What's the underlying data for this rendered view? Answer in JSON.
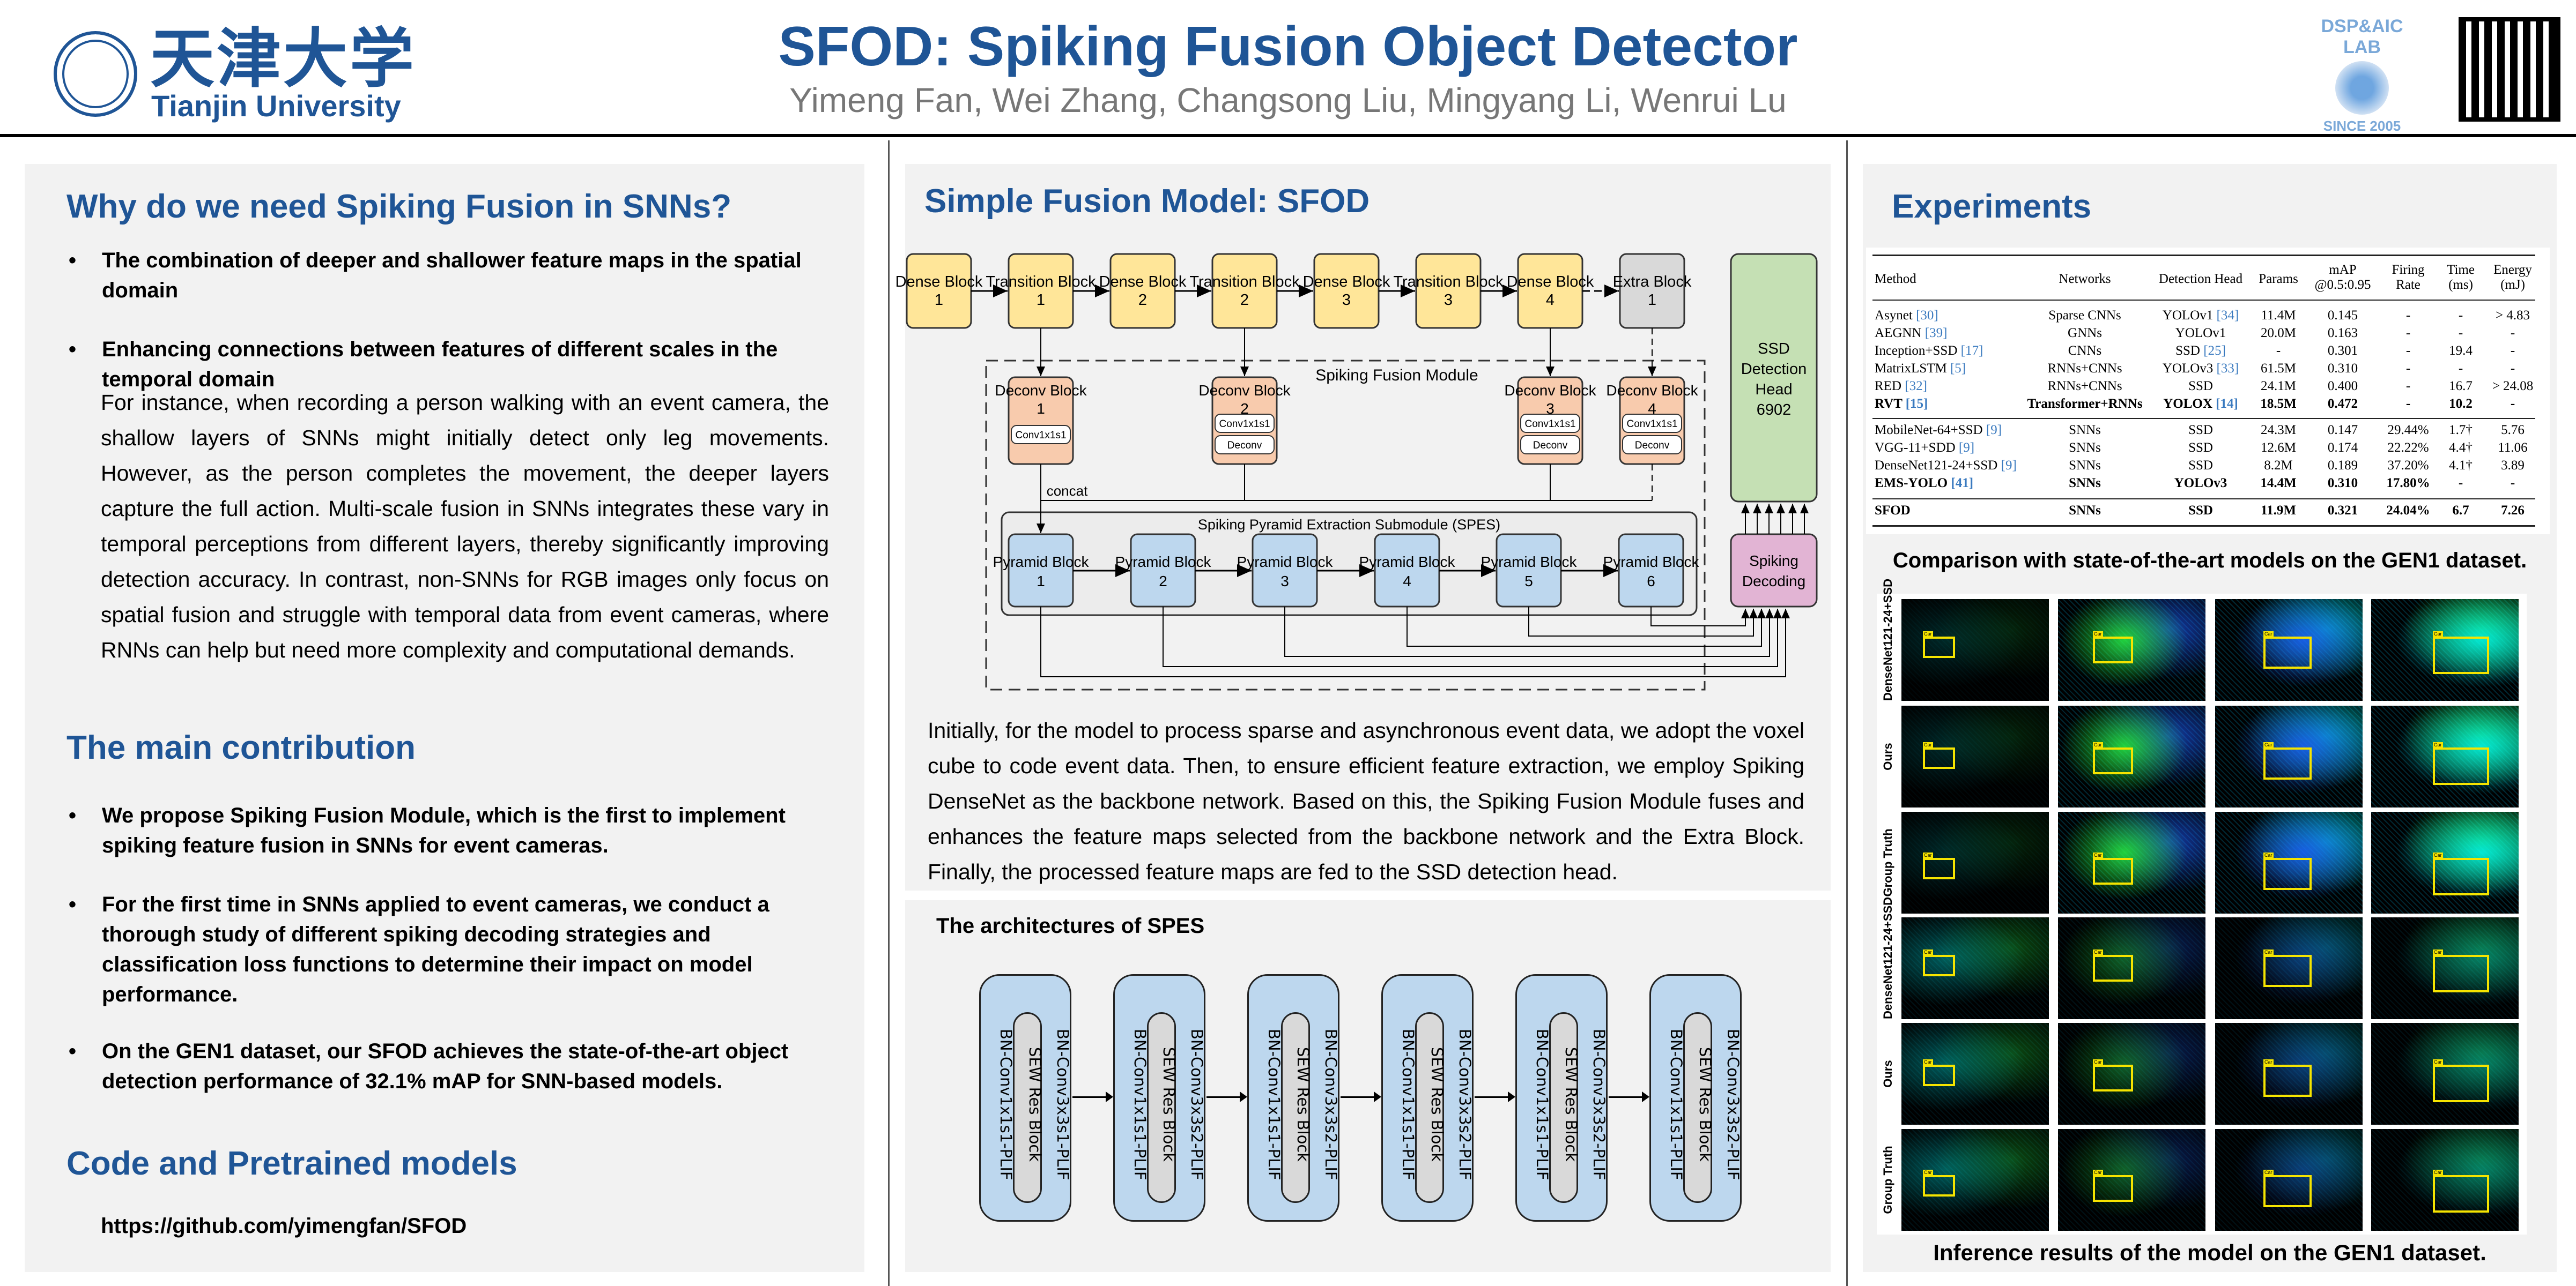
{
  "header": {
    "title": "SFOD: Spiking Fusion Object Detector",
    "authors": "Yimeng Fan, Wei Zhang, Changsong Liu, Mingyang Li, Wenrui Lu",
    "university_cn": "天津大学",
    "university_en": "Tianjin University",
    "lab_logo_text": "DSP&AIC LAB",
    "lab_since": "SINCE 2005"
  },
  "colors": {
    "accent": "#1f5596",
    "panel": "#f2f2f2",
    "dense": "#ffe699",
    "deconv": "#f8cbad",
    "pyramid": "#bdd7ee",
    "ssd": "#c5e0b4",
    "decoding": "#e2b4d4",
    "extra": "#d9d9d9"
  },
  "left": {
    "why_heading": "Why do we need Spiking Fusion in SNNs?",
    "why_bullets": [
      "The combination of deeper and shallower feature maps in the spatial domain",
      "Enhancing connections between features of different scales in the temporal domain"
    ],
    "why_paragraph": "For instance, when recording a person walking with an event camera, the shallow layers of SNNs might initially detect only leg movements. However, as the person completes the movement, the deeper layers capture the full action. Multi-scale fusion in SNNs integrates these vary in temporal perceptions from different layers, thereby significantly improving detection accuracy. In contrast, non-SNNs for RGB images only focus on spatial fusion and struggle with temporal data from event cameras, where RNNs can help but need more complexity and computational demands.",
    "contrib_heading": "The main contribution",
    "contrib_bullets": [
      "We propose Spiking Fusion Module, which is the first to implement spiking feature fusion in SNNs for event cameras.",
      "For the first time in SNNs applied to event cameras, we conduct a thorough study of different spiking decoding strategies and classification loss functions to determine their impact on model performance.",
      "On the GEN1 dataset, our SFOD achieves the state-of-the-art object detection performance of 32.1% mAP for SNN-based models."
    ],
    "code_heading": "Code and Pretrained models",
    "code_url": "https://github.com/yimengfan/SFOD"
  },
  "middle": {
    "heading": "Simple Fusion Model: SFOD",
    "backbone": [
      "Dense Block 1",
      "Transition Block 1",
      "Dense Block 2",
      "Transition Block 2",
      "Dense Block 3",
      "Transition Block 3",
      "Dense Block 4",
      "Extra Block 1"
    ],
    "fusion_label": "Spiking Fusion Module",
    "deconv": [
      {
        "title": "Deconv Block 1",
        "subs": [
          "Conv1x1s1"
        ]
      },
      {
        "title": "Deconv Block 2",
        "subs": [
          "Conv1x1s1",
          "Deconv"
        ]
      },
      {
        "title": "Deconv Block 3",
        "subs": [
          "Conv1x1s1",
          "Deconv"
        ]
      },
      {
        "title": "Deconv Block 4",
        "subs": [
          "Conv1x1s1",
          "Deconv"
        ]
      }
    ],
    "concat_label": "concat",
    "spes_label": "Spiking Pyramid Extraction Submodule (SPES)",
    "pyramid": [
      "Pyramid Block 1",
      "Pyramid Block 2",
      "Pyramid Block 3",
      "Pyramid Block 4",
      "Pyramid Block 5",
      "Pyramid Block 6"
    ],
    "ssd_head": [
      "SSD",
      "Detection",
      "Head",
      "6902"
    ],
    "decoding": [
      "Spiking",
      "Decoding"
    ],
    "paragraph": "Initially, for the model to process sparse and asynchronous event data, we adopt the voxel cube to code event data. Then, to ensure efficient feature extraction, we employ Spiking DenseNet as the backbone network. Based on this, the Spiking Fusion Module fuses and enhances the feature maps selected from the backbone network and the Extra Block. Finally, the processed feature maps are fed to the SSD detection head.",
    "spes_heading": "The architectures of SPES",
    "spes_blocks": [
      {
        "top": "BN-Conv3x3s1-PLIF",
        "mid": "SEW Res Block",
        "bottom": "BN-Conv1x1s1-PLIF"
      },
      {
        "top": "BN-Conv3x3s2-PLIF",
        "mid": "SEW Res Block",
        "bottom": "BN-Conv1x1s1-PLIF"
      },
      {
        "top": "BN-Conv3x3s2-PLIF",
        "mid": "SEW Res Block",
        "bottom": "BN-Conv1x1s1-PLIF"
      },
      {
        "top": "BN-Conv3x3s2-PLIF",
        "mid": "SEW Res Block",
        "bottom": "BN-Conv1x1s1-PLIF"
      },
      {
        "top": "BN-Conv3x3s2-PLIF",
        "mid": "SEW Res Block",
        "bottom": "BN-Conv1x1s1-PLIF"
      },
      {
        "top": "BN-Conv3x3s2-PLIF",
        "mid": "SEW Res Block",
        "bottom": "BN-Conv1x1s1-PLIF"
      }
    ]
  },
  "right": {
    "heading": "Experiments",
    "table": {
      "headers": [
        "Method",
        "Networks",
        "Detection Head",
        "Params",
        "mAP\n@0.5:0.95",
        "Firing\nRate",
        "Time\n(ms)",
        "Energy\n(mJ)"
      ],
      "groups": [
        [
          {
            "method": "Asynet",
            "ref": "30",
            "net": "Sparse CNNs",
            "head": "YOLOv1",
            "href": "34",
            "params": "11.4M",
            "map": "0.145",
            "fr": "-",
            "time": "-",
            "energy": "> 4.83",
            "bold": false
          },
          {
            "method": "AEGNN",
            "ref": "39",
            "net": "GNNs",
            "head": "YOLOv1",
            "href": "",
            "params": "20.0M",
            "map": "0.163",
            "fr": "-",
            "time": "-",
            "energy": "-",
            "bold": false
          },
          {
            "method": "Inception+SSD",
            "ref": "17",
            "net": "CNNs",
            "head": "SSD",
            "href": "25",
            "params": "-",
            "map": "0.301",
            "fr": "-",
            "time": "19.4",
            "energy": "-",
            "bold": false
          },
          {
            "method": "MatrixLSTM",
            "ref": "5",
            "net": "RNNs+CNNs",
            "head": "YOLOv3",
            "href": "33",
            "params": "61.5M",
            "map": "0.310",
            "fr": "-",
            "time": "-",
            "energy": "-",
            "bold": false
          },
          {
            "method": "RED",
            "ref": "32",
            "net": "RNNs+CNNs",
            "head": "SSD",
            "href": "",
            "params": "24.1M",
            "map": "0.400",
            "fr": "-",
            "time": "16.7",
            "energy": "> 24.08",
            "bold": false
          },
          {
            "method": "RVT",
            "ref": "15",
            "net": "Transformer+RNNs",
            "head": "YOLOX",
            "href": "14",
            "params": "18.5M",
            "map": "0.472",
            "fr": "-",
            "time": "10.2",
            "energy": "-",
            "bold": true
          }
        ],
        [
          {
            "method": "MobileNet-64+SSD",
            "ref": "9",
            "net": "SNNs",
            "head": "SSD",
            "href": "",
            "params": "24.3M",
            "map": "0.147",
            "fr": "29.44%",
            "time": "1.7†",
            "energy": "5.76",
            "bold": false
          },
          {
            "method": "VGG-11+SDD",
            "ref": "9",
            "net": "SNNs",
            "head": "SSD",
            "href": "",
            "params": "12.6M",
            "map": "0.174",
            "fr": "22.22%",
            "time": "4.4†",
            "energy": "11.06",
            "bold": false
          },
          {
            "method": "DenseNet121-24+SSD",
            "ref": "9",
            "net": "SNNs",
            "head": "SSD",
            "href": "",
            "params": "8.2M",
            "map": "0.189",
            "fr": "37.20%",
            "time": "4.1†",
            "energy": "3.89",
            "bold": false
          },
          {
            "method": "EMS-YOLO",
            "ref": "41",
            "net": "SNNs",
            "head": "YOLOv3",
            "href": "",
            "params": "14.4M",
            "map": "0.310",
            "fr": "17.80%",
            "time": "-",
            "energy": "-",
            "bold": true
          }
        ],
        [
          {
            "method": "SFOD",
            "ref": "",
            "net": "SNNs",
            "head": "SSD",
            "href": "",
            "params": "11.9M",
            "map": "0.321",
            "fr": "24.04%",
            "time": "6.7",
            "energy": "7.26",
            "bold": true
          }
        ]
      ]
    },
    "table_caption": "Comparison with state-of-the-art models on the GEN1 dataset.",
    "row_labels": [
      "DenseNet121-24+SSD",
      "Ours",
      "Group Truth",
      "DenseNet121-24+SSD",
      "Ours",
      "Group Truth"
    ],
    "box_label": "Car",
    "images_caption": "Inference results of the model on the GEN1 dataset."
  }
}
